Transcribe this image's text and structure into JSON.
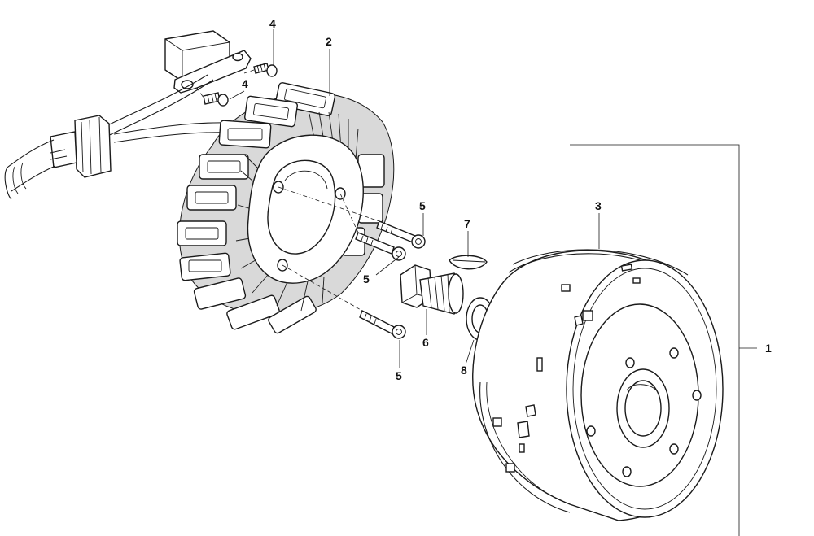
{
  "callouts": {
    "part_1": "1",
    "part_2": "2",
    "part_3": "3",
    "part_4_upper": "4",
    "part_4_lower": "4",
    "part_5_top": "5",
    "part_5_middle": "5",
    "part_5_bottom": "5",
    "part_6": "6",
    "part_7": "7",
    "part_8": "8"
  }
}
